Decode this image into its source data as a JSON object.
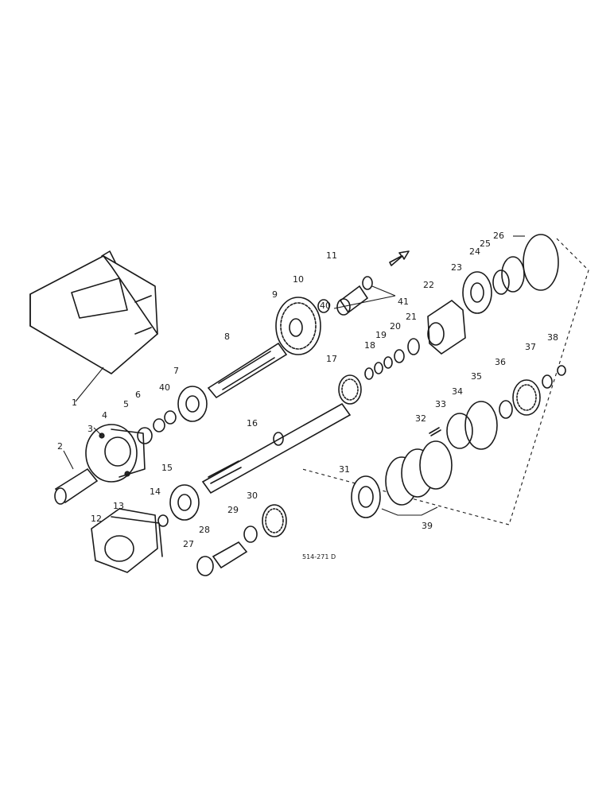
{
  "callouts": [
    "1",
    "2",
    "3",
    "4",
    "5",
    "6",
    "7",
    "8",
    "9",
    "10",
    "11",
    "12",
    "13",
    "14",
    "15",
    "16",
    "17",
    "18",
    "19",
    "20",
    "21",
    "22",
    "23",
    "24",
    "25",
    "26",
    "27",
    "28",
    "29",
    "30",
    "31",
    "32",
    "33",
    "34",
    "35",
    "36",
    "37",
    "38",
    "39",
    "40",
    "40",
    "41"
  ],
  "reference_code": "514-271 D",
  "direction_arrow": "arrow-icon"
}
